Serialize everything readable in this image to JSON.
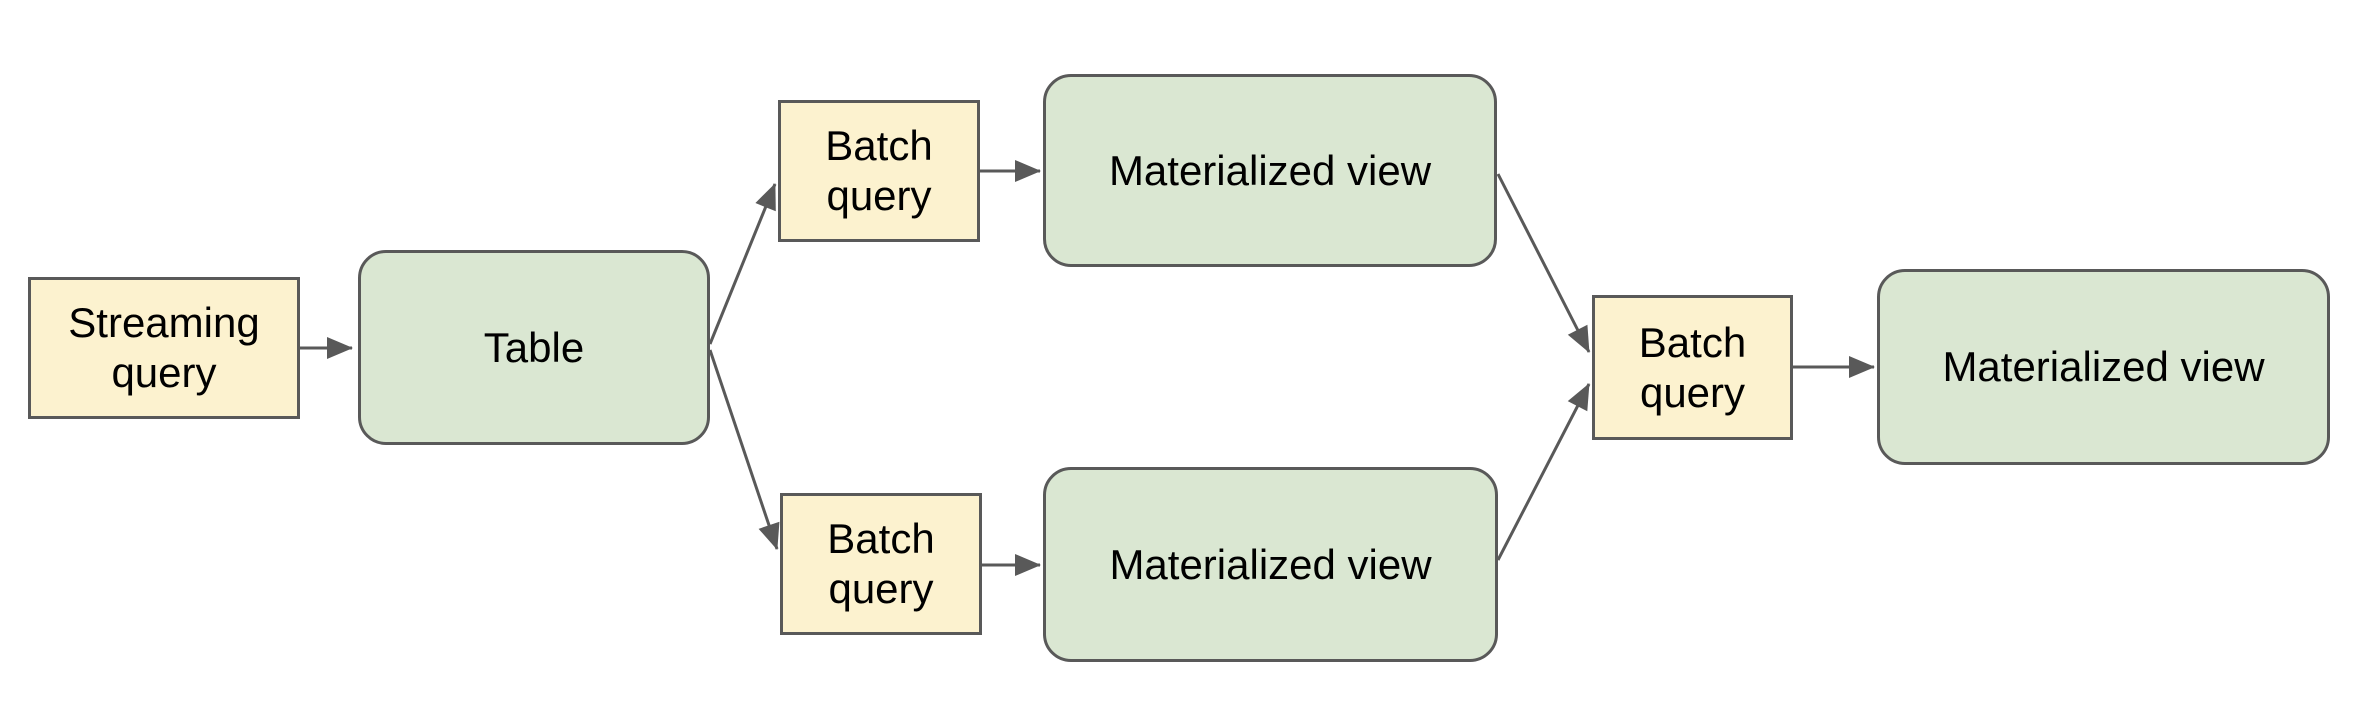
{
  "diagram": {
    "background": "#ffffff",
    "colors": {
      "background": "#ffffff",
      "query_fill": "#fcf2cf",
      "table_fill": "#dae7d2",
      "border": "#595959",
      "text": "#000000"
    },
    "nodes": [
      {
        "id": "streaming-query",
        "label": "Streaming\nquery",
        "shape": "rectangle",
        "fill": "#fcf2cf"
      },
      {
        "id": "table",
        "label": "Table",
        "shape": "rounded-rectangle",
        "fill": "#dae7d2"
      },
      {
        "id": "batch-query-top",
        "label": "Batch\nquery",
        "shape": "rectangle",
        "fill": "#fcf2cf"
      },
      {
        "id": "materialized-view-top",
        "label": "Materialized view",
        "shape": "rounded-rectangle",
        "fill": "#dae7d2"
      },
      {
        "id": "batch-query-bottom",
        "label": "Batch\nquery",
        "shape": "rectangle",
        "fill": "#fcf2cf"
      },
      {
        "id": "materialized-view-bottom",
        "label": "Materialized view",
        "shape": "rounded-rectangle",
        "fill": "#dae7d2"
      },
      {
        "id": "batch-query-right",
        "label": "Batch\nquery",
        "shape": "rectangle",
        "fill": "#fcf2cf"
      },
      {
        "id": "materialized-view-final",
        "label": "Materialized view",
        "shape": "rounded-rectangle",
        "fill": "#dae7d2"
      }
    ],
    "edges": [
      {
        "from": "streaming-query",
        "to": "table"
      },
      {
        "from": "table",
        "to": "batch-query-top"
      },
      {
        "from": "table",
        "to": "batch-query-bottom"
      },
      {
        "from": "batch-query-top",
        "to": "materialized-view-top"
      },
      {
        "from": "batch-query-bottom",
        "to": "materialized-view-bottom"
      },
      {
        "from": "materialized-view-top",
        "to": "batch-query-right"
      },
      {
        "from": "materialized-view-bottom",
        "to": "batch-query-right"
      },
      {
        "from": "batch-query-right",
        "to": "materialized-view-final"
      }
    ]
  }
}
